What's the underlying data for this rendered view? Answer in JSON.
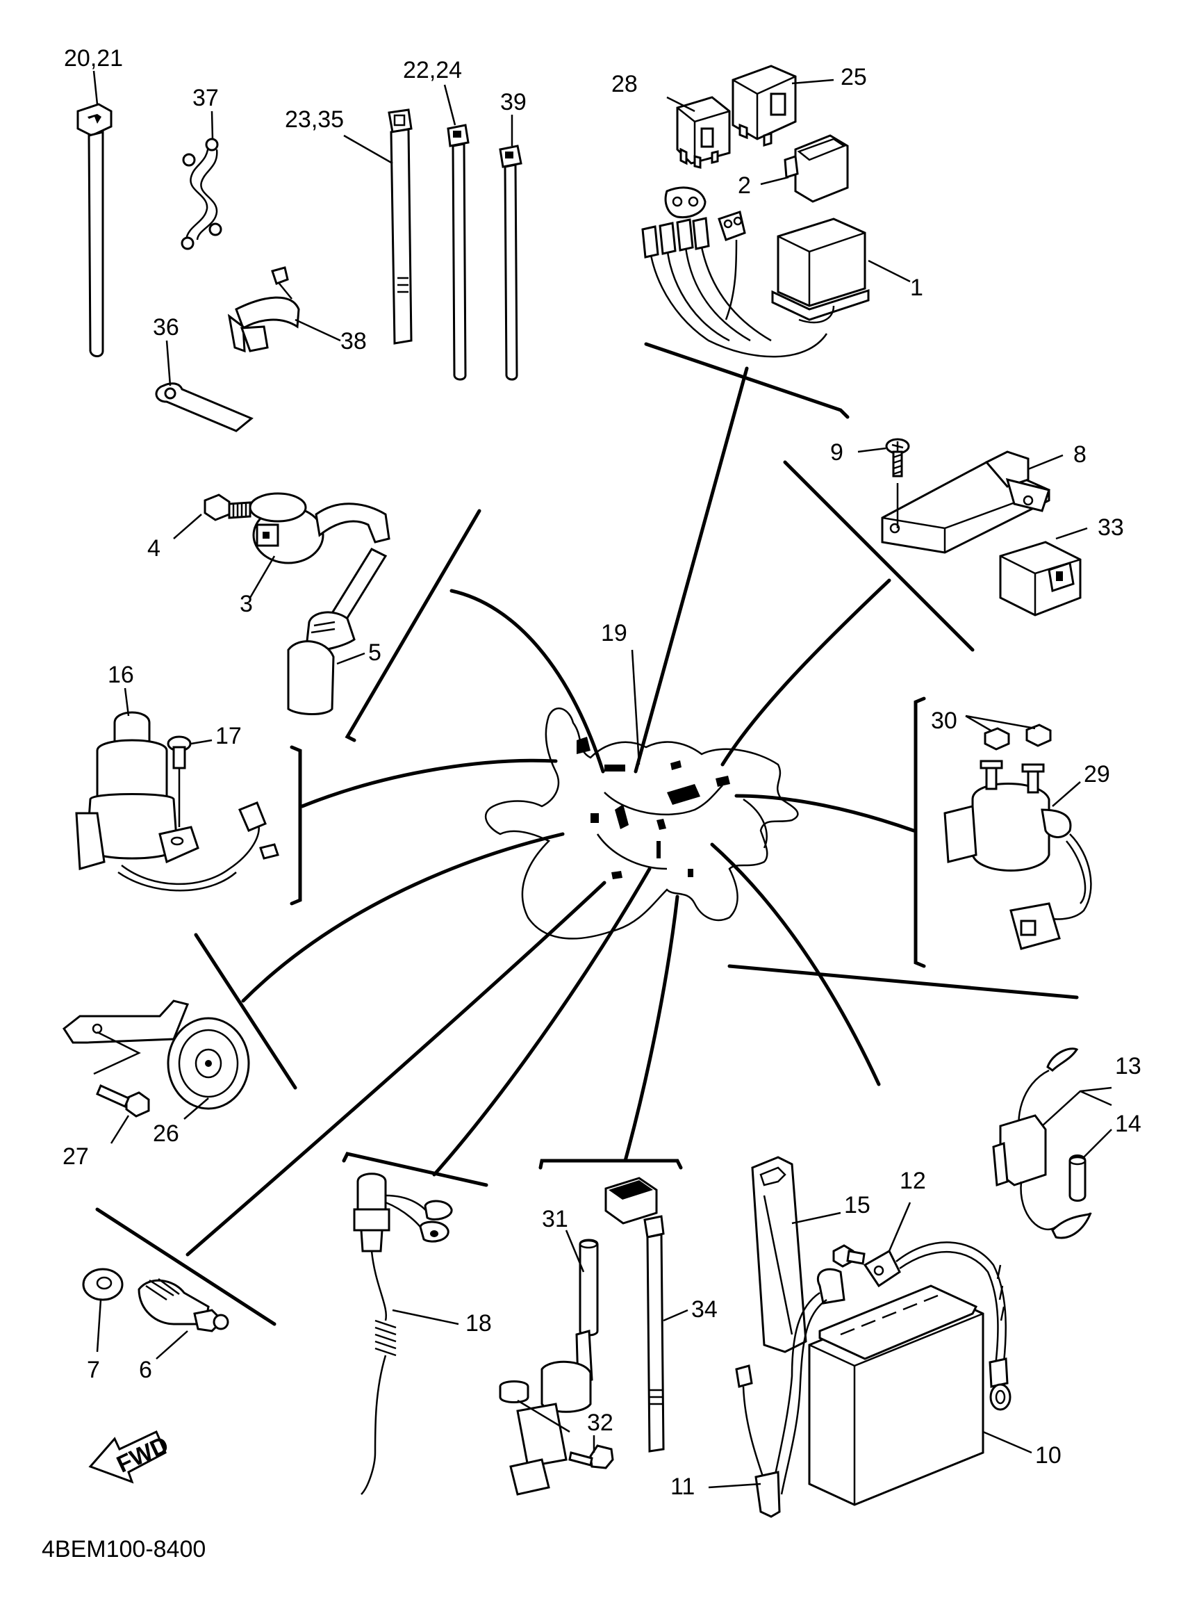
{
  "diagram_code": "4BEM100-8400",
  "fwd_label": "FWD",
  "callouts": {
    "p20_21": "20,21",
    "p37": "37",
    "p22_24": "22,24",
    "p39": "39",
    "p23_35": "23,35",
    "p28": "28",
    "p25": "25",
    "p2": "2",
    "p1": "1",
    "p36": "36",
    "p38": "38",
    "p9": "9",
    "p8": "8",
    "p33": "33",
    "p4": "4",
    "p3": "3",
    "p5": "5",
    "p19": "19",
    "p16": "16",
    "p17": "17",
    "p30": "30",
    "p29": "29",
    "p13": "13",
    "p14": "14",
    "p12": "12",
    "p15": "15",
    "p27": "27",
    "p26": "26",
    "p31": "31",
    "p34": "34",
    "p18": "18",
    "p7": "7",
    "p6": "6",
    "p32": "32",
    "p11": "11",
    "p10": "10"
  }
}
